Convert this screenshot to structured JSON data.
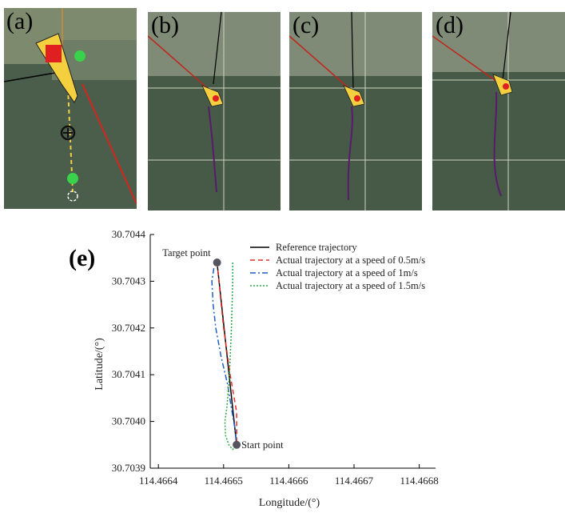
{
  "panels": [
    {
      "id": "a",
      "label": "(a)"
    },
    {
      "id": "b",
      "label": "(b)"
    },
    {
      "id": "c",
      "label": "(c)"
    },
    {
      "id": "d",
      "label": "(d)"
    }
  ],
  "colors": {
    "water": "#465a47",
    "reference": "#000000",
    "speed_05": "#e0302a",
    "speed_1": "#1f5fbf",
    "speed_15": "#2aa84a",
    "trajectory_purple": "#5a1a6e",
    "boat": "#f4d03f",
    "marker": "#55555f"
  },
  "chart_data": {
    "type": "line",
    "panel_label": "(e)",
    "xlabel": "Longitude/(°)",
    "ylabel": "Latitude/(°)",
    "xlim": [
      114.4663875,
      114.466825
    ],
    "ylim": [
      30.7039,
      30.7044
    ],
    "xticks": [
      "114.4664",
      "114.4665",
      "114.4666",
      "114.4667",
      "114.4668"
    ],
    "xtick_values": [
      114.4664,
      114.4665,
      114.4666,
      114.4667,
      114.4668
    ],
    "yticks": [
      "30.7039",
      "30.7040",
      "30.7041",
      "30.7042",
      "30.7043",
      "30.7044"
    ],
    "ytick_values": [
      30.7039,
      30.704,
      30.7041,
      30.7042,
      30.7043,
      30.7044
    ],
    "grid": false,
    "legend_position": "top-right",
    "annotations": [
      {
        "text": "Target point",
        "x": 114.46649,
        "y": 30.70434
      },
      {
        "text": "Start point",
        "x": 114.46652,
        "y": 30.70395
      }
    ],
    "series": [
      {
        "name": "Reference trajectory",
        "style": "solid",
        "color": "#000000",
        "x": [
          114.46649,
          114.46652
        ],
        "y": [
          30.70434,
          30.70395
        ]
      },
      {
        "name": "Actual trajectory at a speed of 0.5m/s",
        "style": "dashed",
        "color": "#e0302a",
        "x": [
          114.46649,
          114.4665,
          114.46651,
          114.46652,
          114.46652,
          114.46652
        ],
        "y": [
          30.70434,
          30.7042,
          30.7041,
          30.70402,
          30.70398,
          30.70395
        ]
      },
      {
        "name": "Actual trajectory at a speed of 1m/s",
        "style": "dashdot",
        "color": "#1f5fbf",
        "x": [
          114.466485,
          114.466482,
          114.466484,
          114.466488,
          114.466496,
          114.466506,
          114.466513,
          114.466518,
          114.46652
        ],
        "y": [
          30.704328,
          30.7043,
          30.70425,
          30.7042,
          30.70414,
          30.70408,
          30.70402,
          30.70398,
          30.70395
        ]
      },
      {
        "name": "Actual trajectory at a speed of 1.5m/s",
        "style": "dotted",
        "color": "#2aa84a",
        "x": [
          114.466514,
          114.466514,
          114.466512,
          114.466509,
          114.466505,
          114.466502,
          114.466503,
          114.466508,
          114.466514,
          114.46652
        ],
        "y": [
          30.70434,
          30.7043,
          30.7042,
          30.7041,
          30.70403,
          30.704,
          30.70397,
          30.70395,
          30.70394,
          30.70395
        ]
      }
    ],
    "markers": [
      {
        "name": "target",
        "x": 114.46649,
        "y": 30.70434
      },
      {
        "name": "start",
        "x": 114.46652,
        "y": 30.70395
      }
    ]
  }
}
